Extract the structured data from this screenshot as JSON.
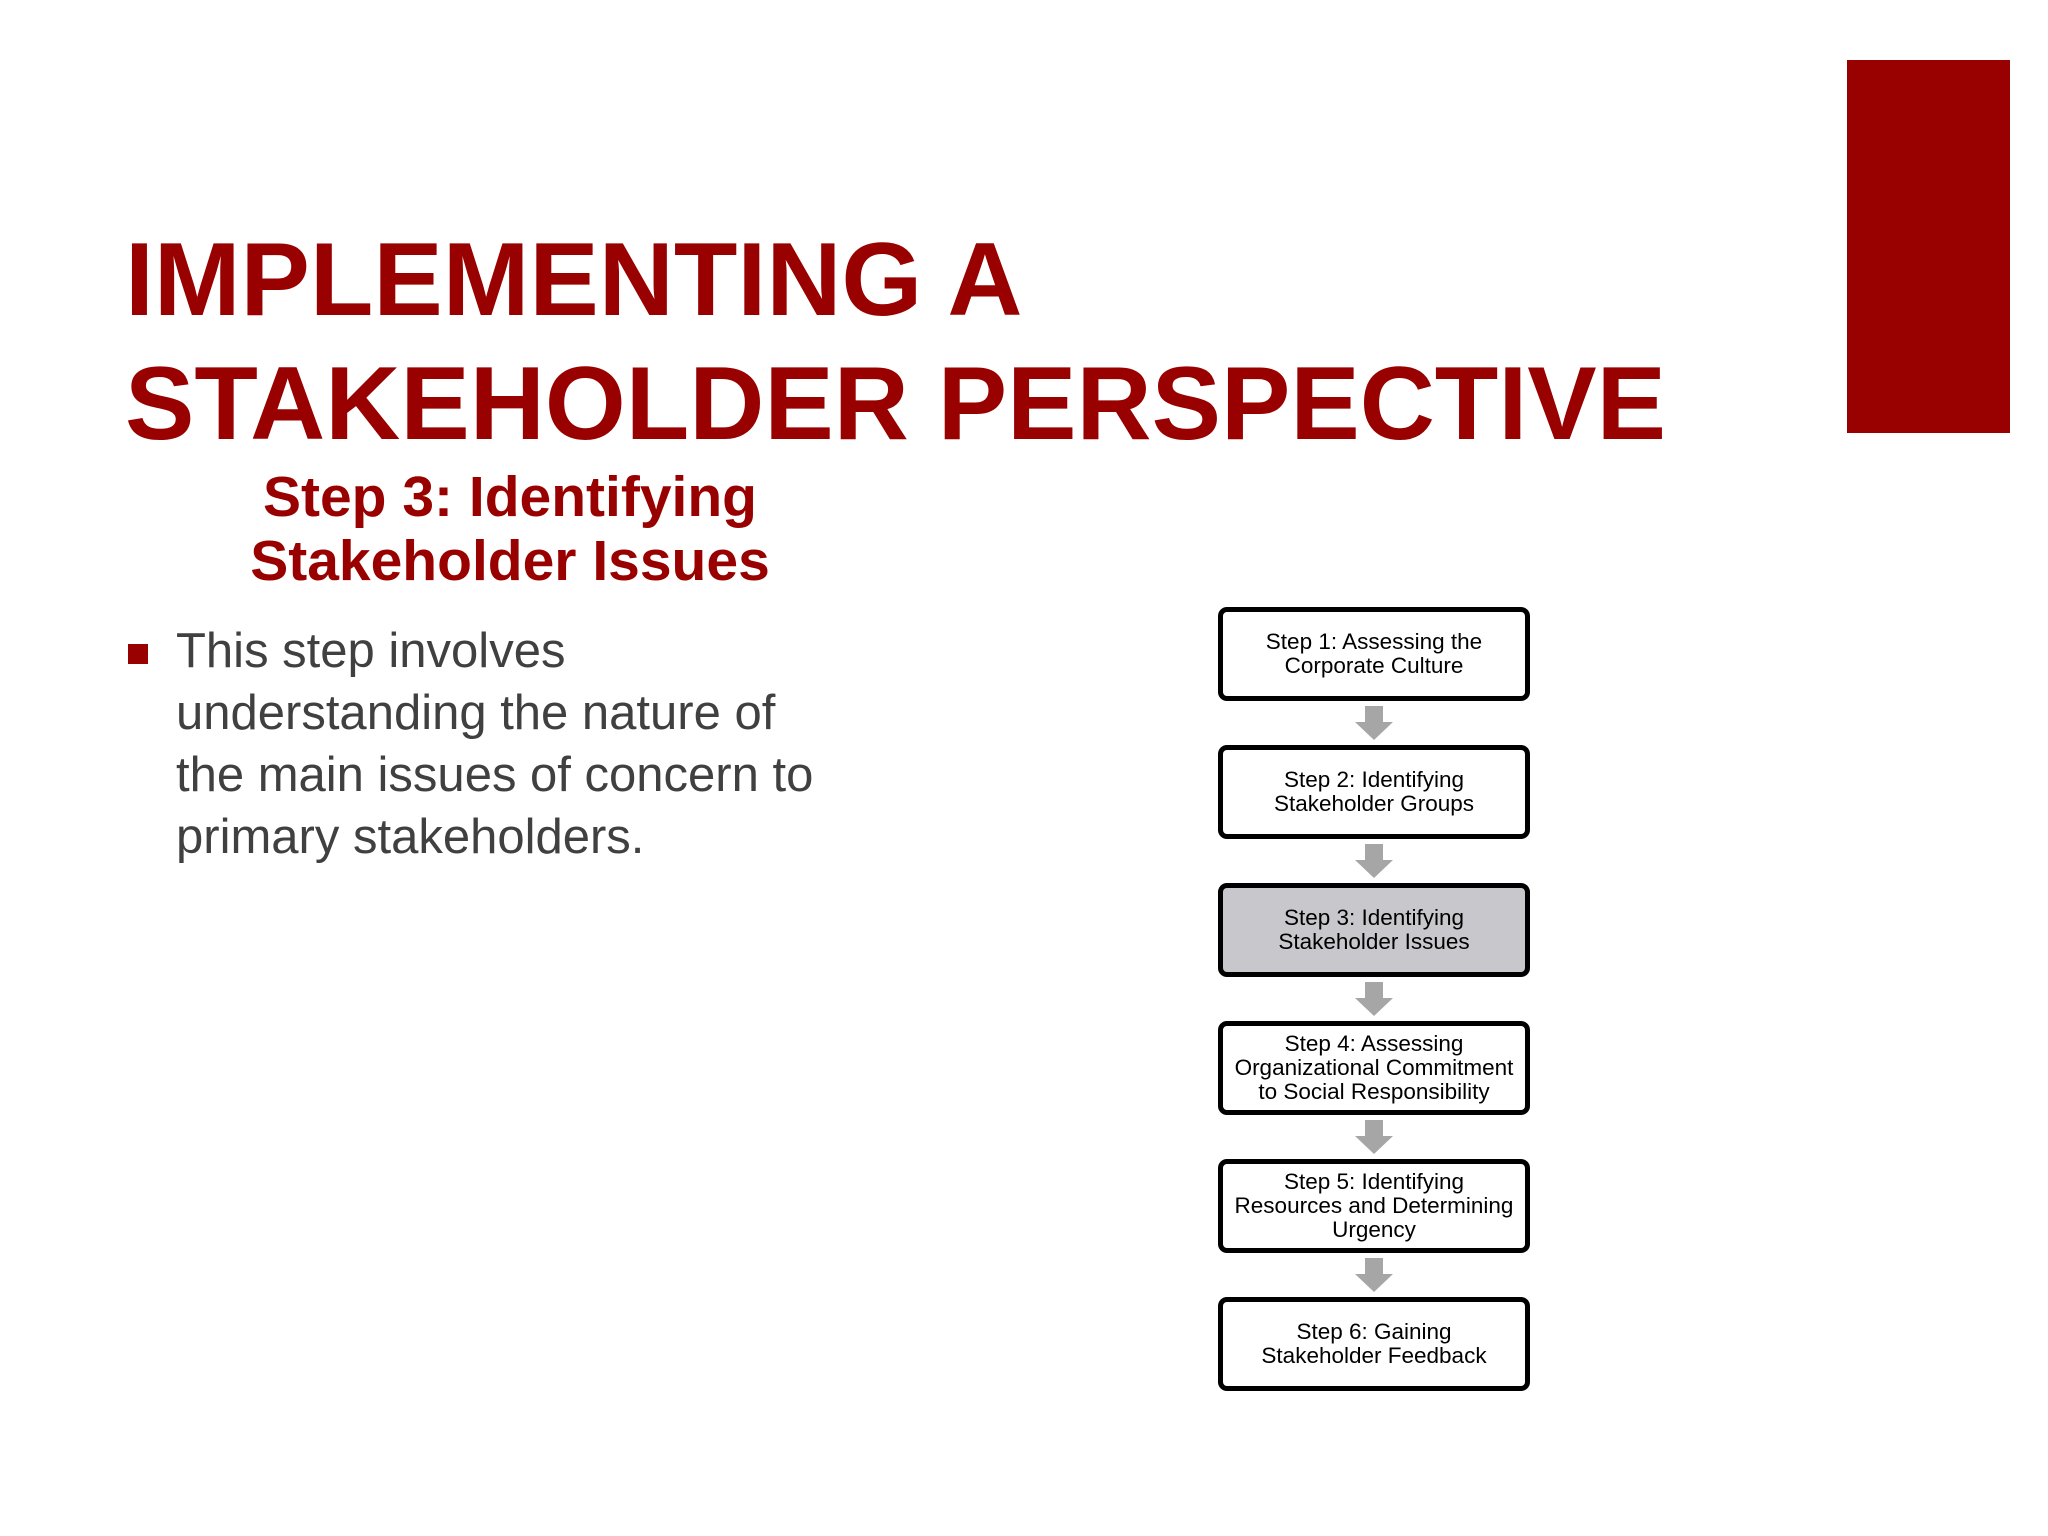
{
  "slide": {
    "title_lines": [
      "IMPLEMENTING A",
      "STAKEHOLDER PERSPECTIVE"
    ],
    "subtitle_lines": [
      "Step 3: Identifying",
      "Stakeholder Issues"
    ],
    "bullets": [
      {
        "lines": [
          "This step involves",
          "understanding the nature of",
          "the main issues of concern to",
          "primary stakeholders."
        ]
      }
    ]
  },
  "flowchart": {
    "steps": [
      {
        "lines": [
          "Step 1: Assessing the",
          "Corporate Culture"
        ],
        "highlighted": false
      },
      {
        "lines": [
          "Step 2: Identifying",
          "Stakeholder Groups"
        ],
        "highlighted": false
      },
      {
        "lines": [
          "Step 3: Identifying",
          "Stakeholder Issues"
        ],
        "highlighted": true
      },
      {
        "lines": [
          "Step 4: Assessing",
          "Organizational Commitment",
          "to Social Responsibility"
        ],
        "highlighted": false
      },
      {
        "lines": [
          "Step 5: Identifying",
          "Resources and Determining",
          "Urgency"
        ],
        "highlighted": false
      },
      {
        "lines": [
          "Step 6: Gaining",
          "Stakeholder Feedback"
        ],
        "highlighted": false
      }
    ]
  },
  "colors": {
    "accent": "#990000",
    "body_text": "#404040",
    "highlight_fill": "#c8c8cc",
    "arrow": "#a6a6a6"
  }
}
